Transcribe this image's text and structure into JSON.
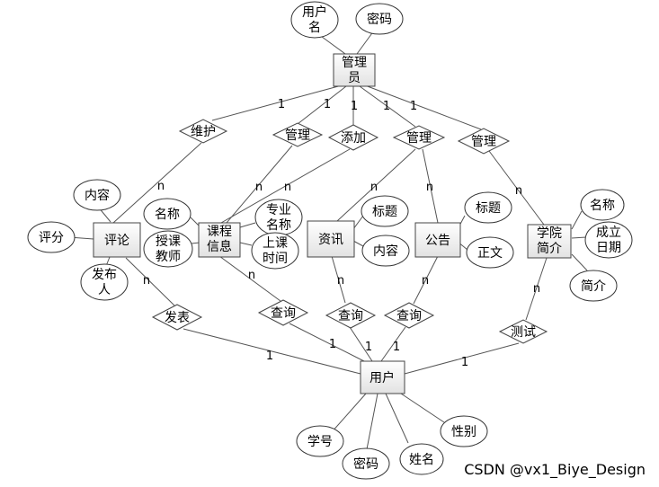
{
  "entities": {
    "admin": [
      "管理",
      "员"
    ],
    "comment": "评论",
    "course": [
      "课程",
      "信息"
    ],
    "news": "资讯",
    "notice": "公告",
    "college": [
      "学院",
      "简介"
    ],
    "user": "用户"
  },
  "relationships": {
    "maintain": "维护",
    "manage_course": "管理",
    "add": "添加",
    "manage_news": "管理",
    "manage_college": "管理",
    "publish": "发表",
    "query_course": "查询",
    "query_news": "查询",
    "query_notice": "查询",
    "test": "测试"
  },
  "attributes": {
    "admin_username": [
      "用户",
      "名"
    ],
    "admin_password": "密码",
    "comment_content": "内容",
    "comment_score": "评分",
    "comment_author": [
      "发布",
      "人"
    ],
    "course_name": "名称",
    "course_teacher": [
      "授课",
      "教师"
    ],
    "course_major": [
      "专业",
      "名称"
    ],
    "course_time": [
      "上课",
      "时间"
    ],
    "news_title": "标题",
    "news_content": "内容",
    "notice_title": "标题",
    "notice_body": "正文",
    "college_name": "名称",
    "college_date": [
      "成立",
      "日期"
    ],
    "college_intro": "简介",
    "user_id": "学号",
    "user_password": "密码",
    "user_name": "姓名",
    "user_gender": "性别"
  },
  "cardinalities": {
    "admin_maintain": "1",
    "admin_manage_course": "1",
    "admin_add": "1",
    "admin_manage_news": "1",
    "admin_manage_college": "1",
    "maintain_comment": "n",
    "manage_course_course": "n",
    "add_course": "n",
    "manage_news_news": "n",
    "manage_news_notice": "n",
    "manage_college_college": "n",
    "comment_publish": "n",
    "publish_user": "1",
    "course_query": "n",
    "query_course_user": "1",
    "news_query": "n",
    "query_news_user": "1",
    "notice_query": "n",
    "query_notice_user": "1",
    "college_test": "n",
    "test_user": "1"
  },
  "watermark": "CSDN @vx1_Biye_Design"
}
